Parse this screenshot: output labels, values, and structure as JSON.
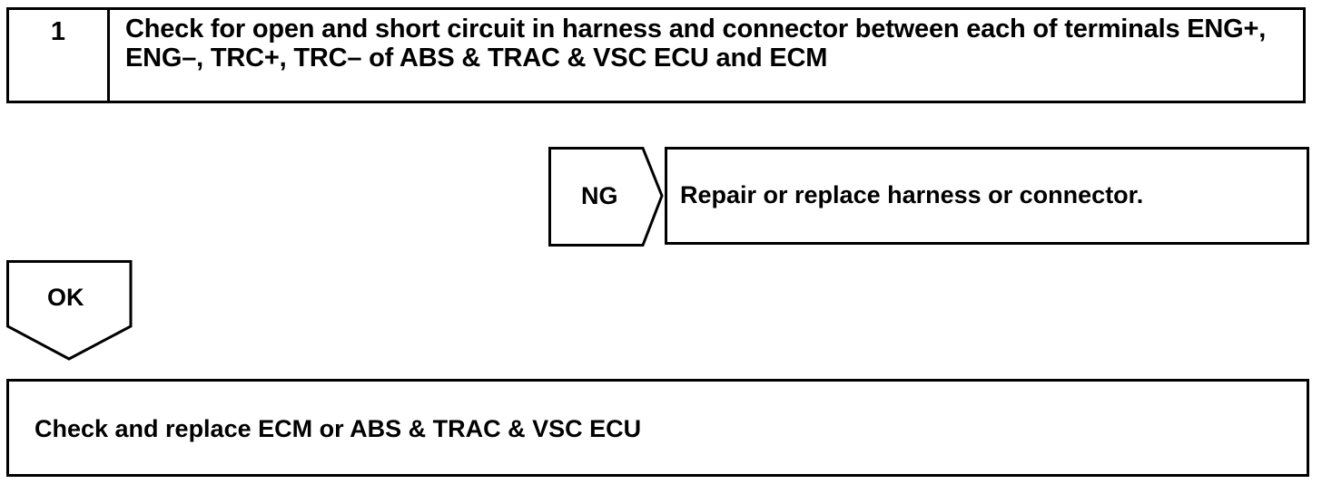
{
  "step": {
    "number": "1",
    "title": "Check for open and short circuit in harness and connector between each of terminals ENG+, ENG–, TRC+, TRC– of ABS & TRAC & VSC ECU and ECM"
  },
  "ng_branch": {
    "label": "NG",
    "action": "Repair or replace harness or connector."
  },
  "ok_branch": {
    "label": "OK",
    "action": "Check and replace ECM or ABS & TRAC & VSC ECU"
  }
}
